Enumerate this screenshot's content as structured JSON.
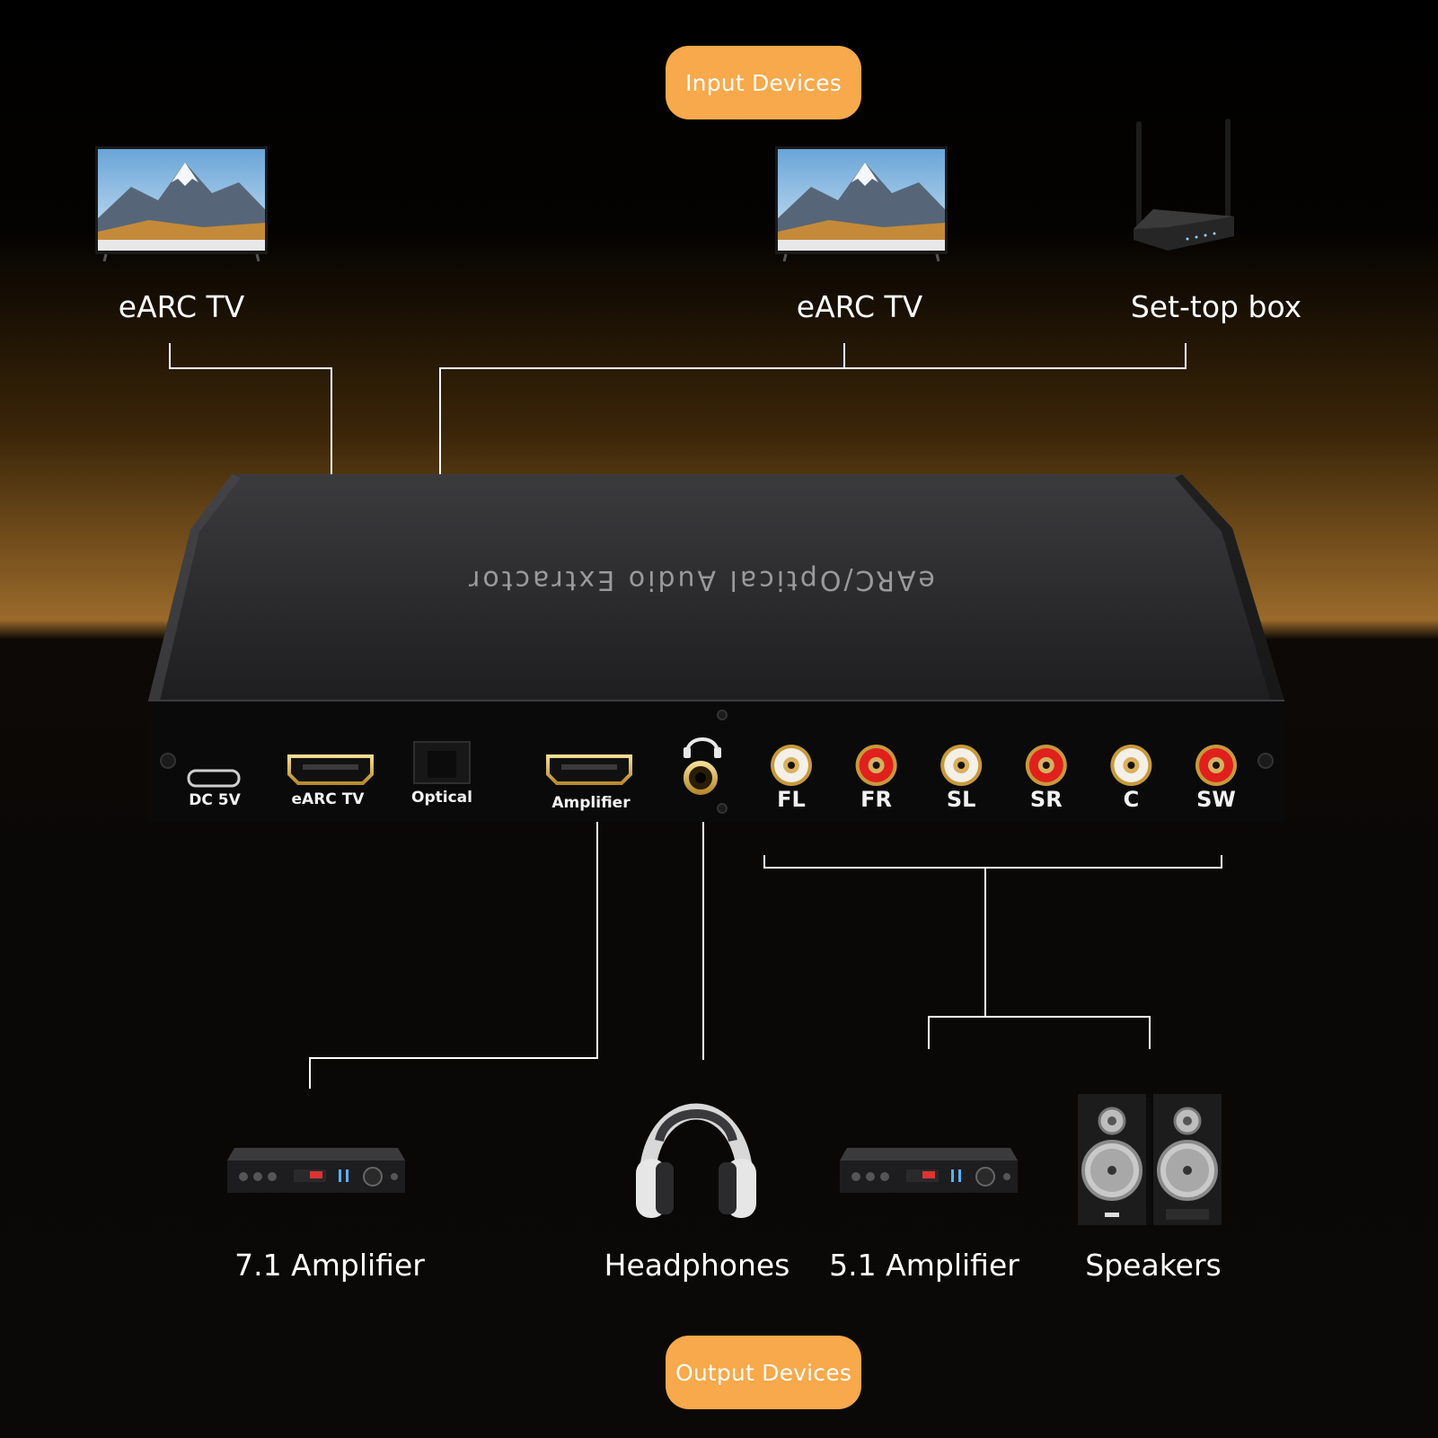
{
  "header": {
    "input_label": "Input Devices"
  },
  "footer": {
    "output_label": "Output Devices"
  },
  "inputs": [
    {
      "label": "eARC TV",
      "icon": "tv-icon"
    },
    {
      "label": "eARC TV",
      "icon": "tv-icon"
    },
    {
      "label": "Set-top box",
      "icon": "router-icon"
    }
  ],
  "device": {
    "title": "eARC/Optical Audio Extractor",
    "ports": {
      "dc": "DC 5V",
      "earc": "eARC TV",
      "optical": "Optical",
      "amplifier": "Amplifier"
    },
    "rca": [
      "FL",
      "FR",
      "SL",
      "SR",
      "C",
      "SW"
    ],
    "rca_colors": [
      "#f4f0e8",
      "#e0201c",
      "#f4f0e8",
      "#e0201c",
      "#f4f0e8",
      "#e0201c"
    ]
  },
  "outputs": [
    {
      "label": "7.1 Amplifier",
      "icon": "amplifier-icon"
    },
    {
      "label": "Headphones",
      "icon": "headphones-icon"
    },
    {
      "label": "5.1 Amplifier",
      "icon": "amplifier-icon"
    },
    {
      "label": "Speakers",
      "icon": "speakers-icon"
    }
  ],
  "colors": {
    "accent": "#f7a94b",
    "line": "#ffffff",
    "gold": "#d9b25a"
  }
}
